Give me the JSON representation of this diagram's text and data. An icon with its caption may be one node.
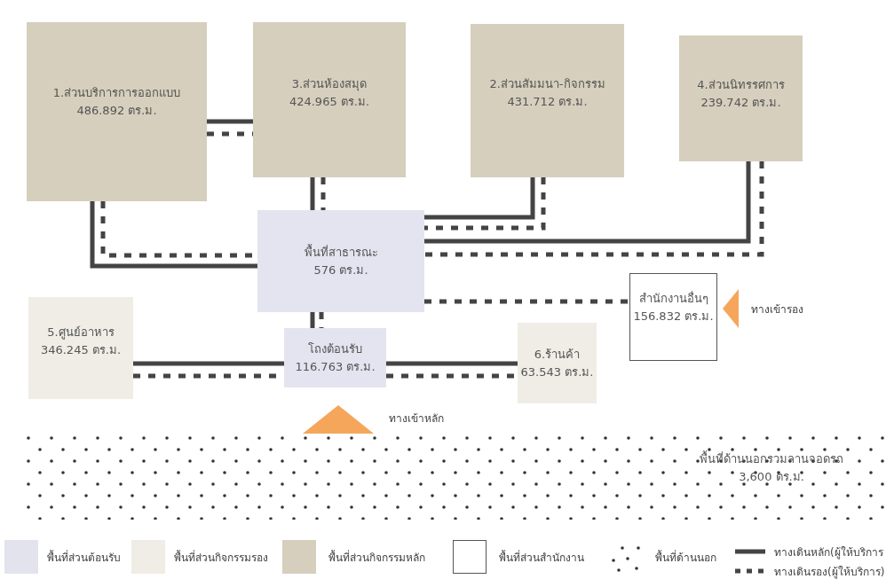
{
  "diagram": {
    "nodes": [
      {
        "text": [
          "1.ส่วนบริการการออกแบบ",
          "486.892 ตร.ม."
        ]
      },
      {
        "text": [
          "3.ส่วนห้องสมุด",
          "424.965 ตร.ม."
        ]
      },
      {
        "text": [
          "2.ส่วนสัมมนา-กิจกรรม",
          "431.712 ตร.ม."
        ]
      },
      {
        "text": [
          "4.ส่วนนิทรรศการ",
          "239.742 ตร.ม."
        ]
      },
      {
        "text": [
          "พื้นที่สาธารณะ",
          "576 ตร.ม."
        ]
      },
      {
        "text": [
          "5.ศูนย์อาหาร",
          "346.245 ตร.ม."
        ]
      },
      {
        "text": [
          "โถงต้อนรับ",
          "116.763 ตร.ม."
        ]
      },
      {
        "text": [
          "6.ร้านค้า",
          "63.543 ตร.ม."
        ]
      },
      {
        "text": [
          "สำนักงานอื่นๆ",
          "156.832 ตร.ม."
        ]
      },
      {
        "text": [
          "พื้นที่ด้านนอกรวมลานจอดรถ",
          "3,600 ตร.ม."
        ]
      }
    ],
    "edges": [
      {
        "from": 0,
        "to": 1,
        "arrow": "none"
      },
      {
        "from": 0,
        "to": 1,
        "arrow": "none",
        "style": "dashed"
      },
      {
        "from": 0,
        "to": 4,
        "arrow": "none"
      },
      {
        "from": 0,
        "to": 4,
        "arrow": "none",
        "style": "dashed"
      },
      {
        "from": 1,
        "to": 4,
        "arrow": "none"
      },
      {
        "from": 1,
        "to": 4,
        "arrow": "none",
        "style": "dashed"
      },
      {
        "from": 2,
        "to": 4,
        "arrow": "none"
      },
      {
        "from": 2,
        "to": 4,
        "arrow": "none",
        "style": "dashed"
      },
      {
        "from": 3,
        "to": 4,
        "arrow": "none"
      },
      {
        "from": 3,
        "to": 4,
        "arrow": "none",
        "style": "dashed"
      },
      {
        "from": 4,
        "to": 8,
        "arrow": "none",
        "style": "dashed"
      },
      {
        "from": 4,
        "to": 6,
        "arrow": "none"
      },
      {
        "from": 4,
        "to": 6,
        "arrow": "none",
        "style": "dashed"
      },
      {
        "from": 5,
        "to": 6,
        "arrow": "none"
      },
      {
        "from": 5,
        "to": 6,
        "arrow": "none",
        "style": "dashed"
      },
      {
        "from": 6,
        "to": 7,
        "arrow": "none"
      },
      {
        "from": 6,
        "to": 7,
        "arrow": "none",
        "style": "dashed"
      },
      {
        "from": null,
        "to": 6,
        "arrow": "to",
        "label": "ทางเข้าหลัก",
        "color": "#f5a65b"
      },
      {
        "from": null,
        "to": 8,
        "arrow": "to",
        "label": "ทางเข้ารอง",
        "color": "#f5a65b"
      }
    ],
    "legend": [
      {
        "text": "พื้นที่ส่วนต้อนรับ",
        "color": "#e3e3ee"
      },
      {
        "text": "พื้นที่ส่วนกิจกรรมรอง",
        "color": "#efede6"
      },
      {
        "text": "พื้นที่ส่วนกิจกรรมหลัก",
        "color": "#d6cfbd"
      },
      {
        "text": "พื้นที่ส่วนสำนักงาน",
        "color": "#ffffff"
      },
      {
        "text": "พื้นที่ด้านนอก"
      },
      {
        "text": "ทางเดินหลัก(ผู้ให้บริการ"
      },
      {
        "text": "ทางเดินรอง(ผู้ให้บริการ)"
      }
    ]
  }
}
